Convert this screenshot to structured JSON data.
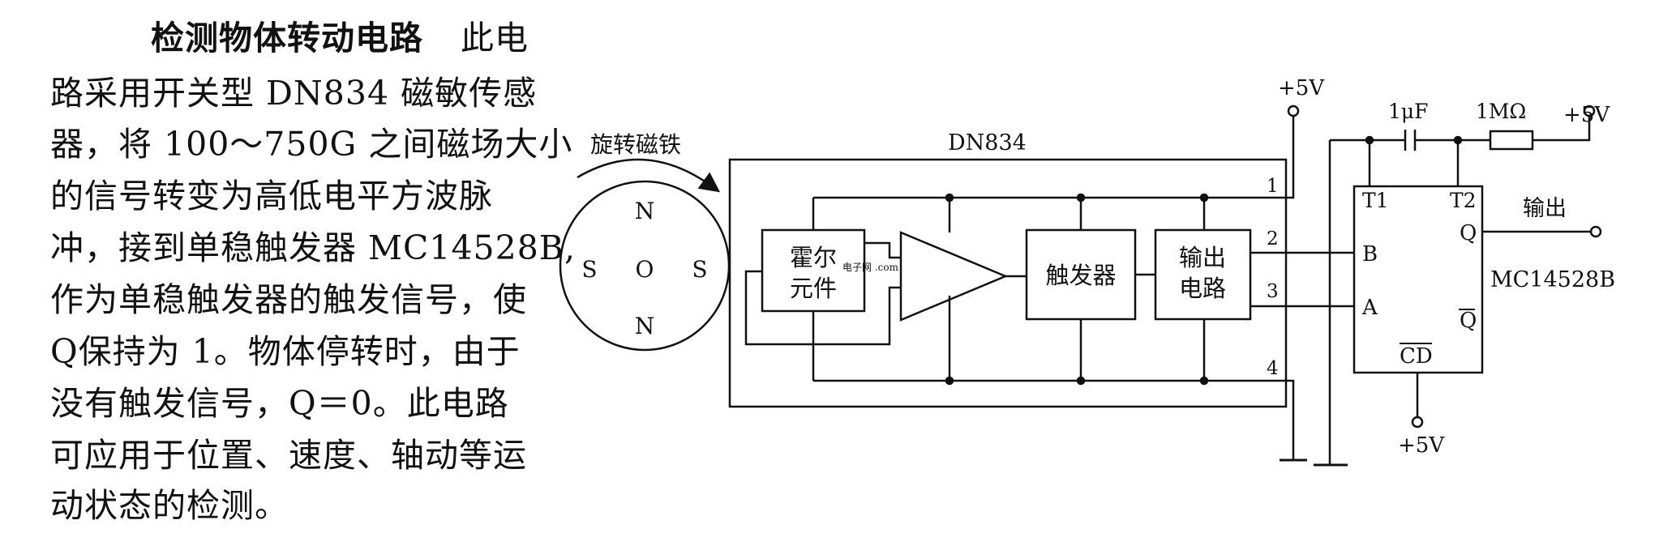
{
  "description": {
    "title": "检测物体转动电路",
    "lead": "此电",
    "lines": [
      "路采用开关型 DN834 磁敏传感",
      "器，将 100～750G 之间磁场大小",
      "的信号转变为高低电平方波脉",
      "冲，接到单稳触发器 MC14528B,",
      "作为单稳触发器的触发信号，使",
      "Q保持为 1。物体停转时，由于",
      "没有触发信号，Q＝0。此电路",
      "可应用于位置、速度、轴动等运",
      "动状态的检测。"
    ]
  },
  "diagram": {
    "magnet_label": "旋转磁铁",
    "magnet_poles": {
      "top": "N",
      "bottom": "N",
      "left": "S",
      "right": "S",
      "center": "O"
    },
    "sensor_chip": "DN834",
    "hall_element": [
      "霍尔",
      "元件"
    ],
    "trigger_block": "触发器",
    "output_block": [
      "输出",
      "电路"
    ],
    "pins": [
      "1",
      "2",
      "3",
      "4"
    ],
    "supply_top": "+5V",
    "supply_bottom": "+5V",
    "supply_right": "+5V",
    "capacitor": "1μF",
    "resistor": "1MΩ",
    "ic_name": "MC14528B",
    "ic_pins": {
      "t1": "T1",
      "t2": "T2",
      "b": "B",
      "a": "A",
      "q": "Q",
      "qbar": "Q",
      "cd": "CD"
    },
    "output_label": "输出",
    "watermark": "电子网 .com"
  }
}
